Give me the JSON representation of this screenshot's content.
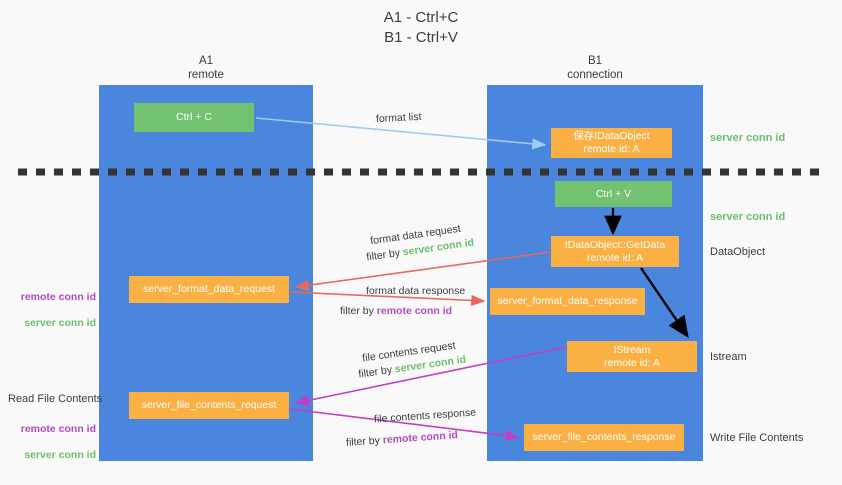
{
  "title": "A1 - Ctrl+C\nB1 - Ctrl+V",
  "columns": [
    {
      "id": "a1",
      "label": "A1\nremote"
    },
    {
      "id": "b1",
      "label": "B1\nconnection"
    }
  ],
  "boxes": [
    {
      "id": "ctrl-c",
      "label": "Ctrl + C",
      "color": "#72c271"
    },
    {
      "id": "save-idataobject",
      "label": "保存IDataObject\nremote id: A",
      "color": "#fbb044"
    },
    {
      "id": "ctrl-v",
      "label": "Ctrl + V",
      "color": "#72c271"
    },
    {
      "id": "idataobject-getdata",
      "label": "IDataObject::GetData\nremote id: A",
      "color": "#fbb044"
    },
    {
      "id": "server-format-data-request",
      "label": "server_format_data_request",
      "color": "#fbb044"
    },
    {
      "id": "server-format-data-response",
      "label": "server_format_data_response",
      "color": "#fbb044"
    },
    {
      "id": "istream",
      "label": "IStream\nremote id: A",
      "color": "#fbb044"
    },
    {
      "id": "server-file-contents-request",
      "label": "server_file_contents_request",
      "color": "#fbb044"
    },
    {
      "id": "server-file-contents-response",
      "label": "server_file_contents_response",
      "color": "#fbb044"
    }
  ],
  "flow_labels": {
    "format_list": "format list",
    "format_data_request": "format data request",
    "format_data_request_filter_prefix": "filter by ",
    "format_data_request_filter_value": "server conn id",
    "format_data_response": "format data response",
    "format_data_response_filter_prefix": "filter by ",
    "format_data_response_filter_value": "remote conn id",
    "file_contents_request": "file contents request",
    "file_contents_request_filter_prefix": "filter by ",
    "file_contents_request_filter_value": "server conn id",
    "file_contents_response": "file contents response",
    "file_contents_response_filter_prefix": "filter by ",
    "file_contents_response_filter_value": "remote conn id"
  },
  "right_labels": {
    "server_conn_id_top": "server conn id",
    "server_conn_id_mid": "server conn id",
    "dataobject": "DataObject",
    "istream": "Istream",
    "write_file_contents": "Write File Contents"
  },
  "left_labels": {
    "remote_conn_id_1": "remote conn id",
    "server_conn_id_1": "server conn id",
    "read_file_contents": "Read File Contents",
    "remote_conn_id_2": "remote conn id",
    "server_conn_id_2": "server conn id"
  },
  "colors": {
    "lane": "#4a86dd",
    "green_box": "#72c271",
    "orange_box": "#fbb044",
    "green_text": "#6cbf6b",
    "purple_text": "#b44ac0",
    "arrow_light_blue": "#9ecbf0",
    "arrow_red": "#e8685d",
    "arrow_magenta": "#c23fc2",
    "arrow_black": "#000000",
    "background": "#f9f9f9"
  }
}
